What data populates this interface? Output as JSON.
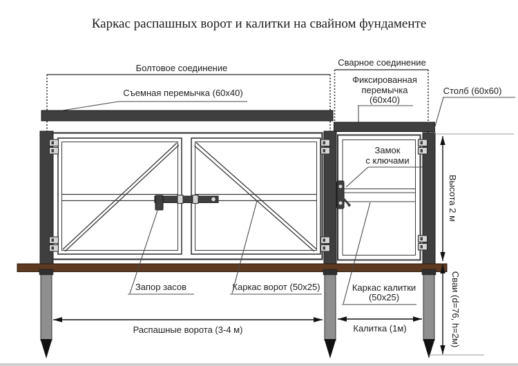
{
  "title": "Каркас распашных ворот и калитки на свайном фундаменте",
  "labels": {
    "bolt_connection": "Болтовое соединение",
    "weld_connection": "Сварное соединение",
    "removable_crossbar": "Съемная перемычка (60x40)",
    "fixed_crossbar": {
      "line1": "Фиксированная",
      "line2": "перемычка",
      "line3": "(60x40)"
    },
    "post": "Столб (60x60)",
    "lock": {
      "line1": "Замок",
      "line2": "с ключами"
    },
    "latch": "Запор засов",
    "gate_frame": "Каркас ворот (50x25)",
    "wicket_frame": {
      "line1": "Каркас калитки",
      "line2": "(50x25)"
    },
    "height_dim": "Высота 2 м",
    "piles_dim": "Сваи (d=76, h=2м)",
    "gates_width_dim": "Распашные ворота (3-4 м)",
    "wicket_width_dim": "Калитка (1м)"
  },
  "colors": {
    "metal_dark": "#3f3f3f",
    "beam_brown": "#5d3a21",
    "pile_gray": "#8f8f8f",
    "tip_black": "#111111",
    "hinge_light": "#d7d7d7",
    "line": "#383838",
    "text": "#1d1d1d",
    "background": "#ffffff"
  }
}
